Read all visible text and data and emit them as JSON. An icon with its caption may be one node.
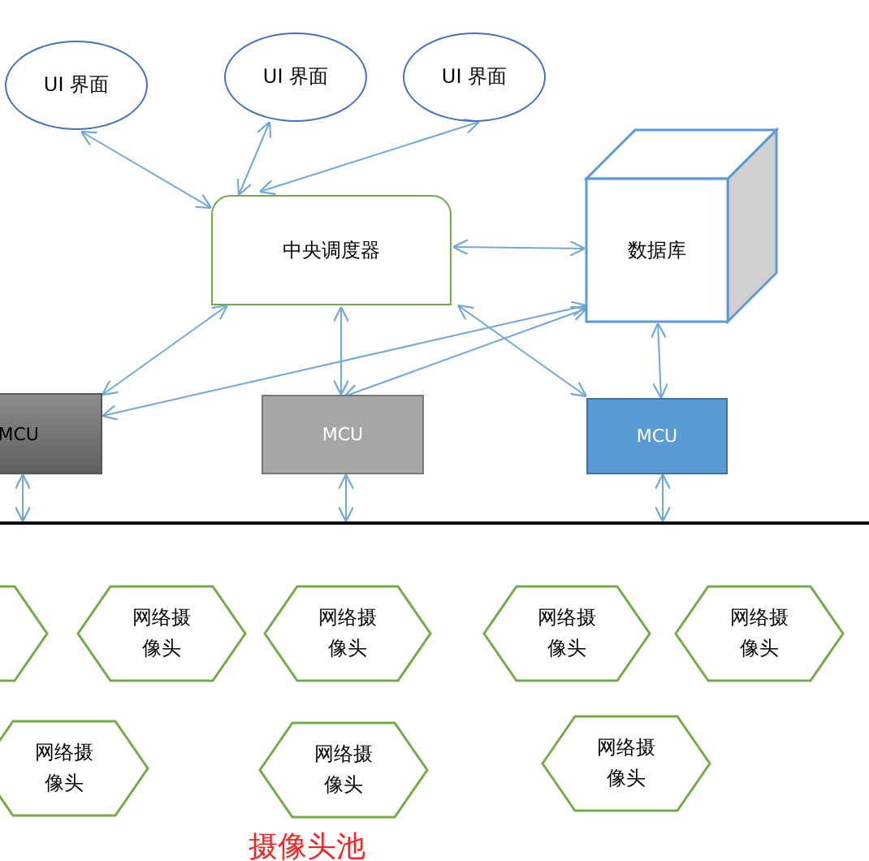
{
  "diagram": {
    "caption": "摄像头池",
    "nodes": [
      {
        "text": [
          "UI 界面"
        ]
      },
      {
        "text": [
          "UI 界面"
        ]
      },
      {
        "text": [
          "UI 界面"
        ]
      },
      {
        "text": [
          "中央调度器"
        ]
      },
      {
        "text": [
          "数据库"
        ]
      },
      {
        "text": [
          "MCU"
        ]
      },
      {
        "text": [
          "MCU"
        ]
      },
      {
        "text": [
          "MCU"
        ]
      },
      {
        "text": [],
        "shape": "line"
      },
      {
        "text": [],
        "shape": "hexagon"
      },
      {
        "text": [
          "网络摄像头"
        ]
      },
      {
        "text": [
          "网络摄像头"
        ]
      },
      {
        "text": [
          "网络摄像头"
        ]
      },
      {
        "text": [
          "网络摄像头"
        ]
      },
      {
        "text": [
          "网络摄像头"
        ]
      },
      {
        "text": [
          "网络摄像头"
        ]
      },
      {
        "text": [
          "网络摄像头"
        ]
      }
    ],
    "edges": [
      {
        "from": 0,
        "to": 3,
        "arrow": "both"
      },
      {
        "from": 1,
        "to": 3,
        "arrow": "both"
      },
      {
        "from": 2,
        "to": 3,
        "arrow": "both"
      },
      {
        "from": 3,
        "to": 4,
        "arrow": "both"
      },
      {
        "from": 3,
        "to": 5,
        "arrow": "both"
      },
      {
        "from": 3,
        "to": 6,
        "arrow": "both"
      },
      {
        "from": 3,
        "to": 7,
        "arrow": "both"
      },
      {
        "from": 4,
        "to": 5,
        "arrow": "both"
      },
      {
        "from": 4,
        "to": 6,
        "arrow": "both"
      },
      {
        "from": 4,
        "to": 7,
        "arrow": "both"
      },
      {
        "from": 5,
        "to": 8,
        "arrow": "both"
      },
      {
        "from": 6,
        "to": 8,
        "arrow": "both"
      },
      {
        "from": 7,
        "to": 8,
        "arrow": "both"
      }
    ]
  }
}
